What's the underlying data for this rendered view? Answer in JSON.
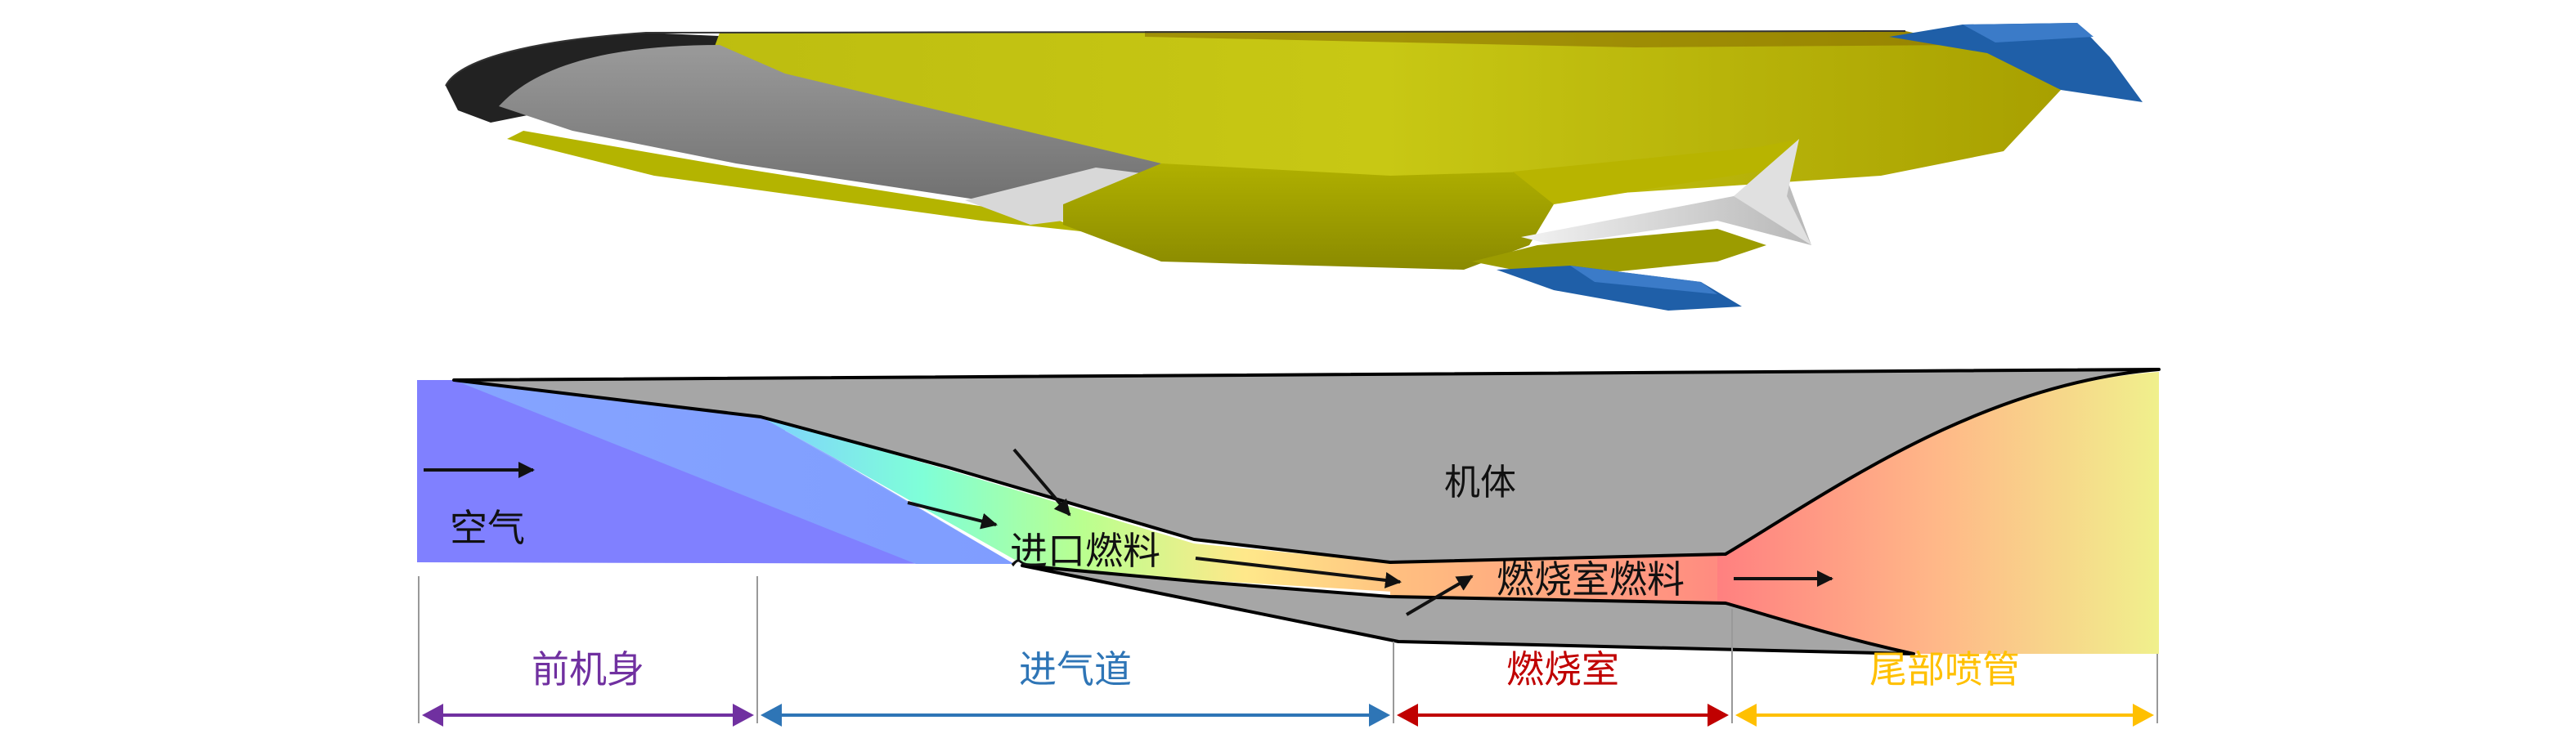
{
  "labels": {
    "airframe": "机体",
    "air": "空气",
    "inlet_fuel": "进口燃料",
    "combustor_fuel": "燃烧室燃料"
  },
  "sections": [
    {
      "label": "前机身",
      "color": "#7030a0"
    },
    {
      "label": "进气道",
      "color": "#2e75b6"
    },
    {
      "label": "燃烧室",
      "color": "#c00000"
    },
    {
      "label": "尾部喷管",
      "color": "#ffc000"
    }
  ],
  "colors": {
    "body_yellow": "#c8c814",
    "body_grey": "#8a8a8a",
    "fin_blue": "#1f5fa8",
    "airframe_grey": "#a6a6a6",
    "air_blue": "#8080ff",
    "plume_red": "#ff8080",
    "plume_yellow": "#f0f08c"
  }
}
